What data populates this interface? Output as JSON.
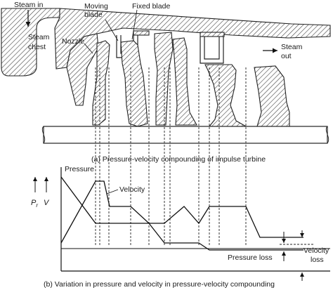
{
  "labels": {
    "steam_in": "Steam in",
    "moving_blade_line1": "Moving",
    "moving_blade_line2": "blade",
    "fixed_blade": "Fixed blade",
    "steam_chest_line1": "Steam",
    "steam_chest_line2": "chest",
    "nozzle": "Nozzle",
    "steam_out_line1": "Steam",
    "steam_out_line2": "out",
    "pressure": "Pressure",
    "velocity": "Velocity",
    "axis_pr": "P",
    "axis_pr_sub": "r",
    "axis_v": "V",
    "pressure_loss": "Pressure loss",
    "velocity_loss_line1": "Velocity",
    "velocity_loss_line2": "loss"
  },
  "captions": {
    "top": "(a) Pressure-velocity compounding of impulse turbine",
    "bottom": "(b) Variation in pressure and velocity in pressure-velocity compounding"
  }
}
